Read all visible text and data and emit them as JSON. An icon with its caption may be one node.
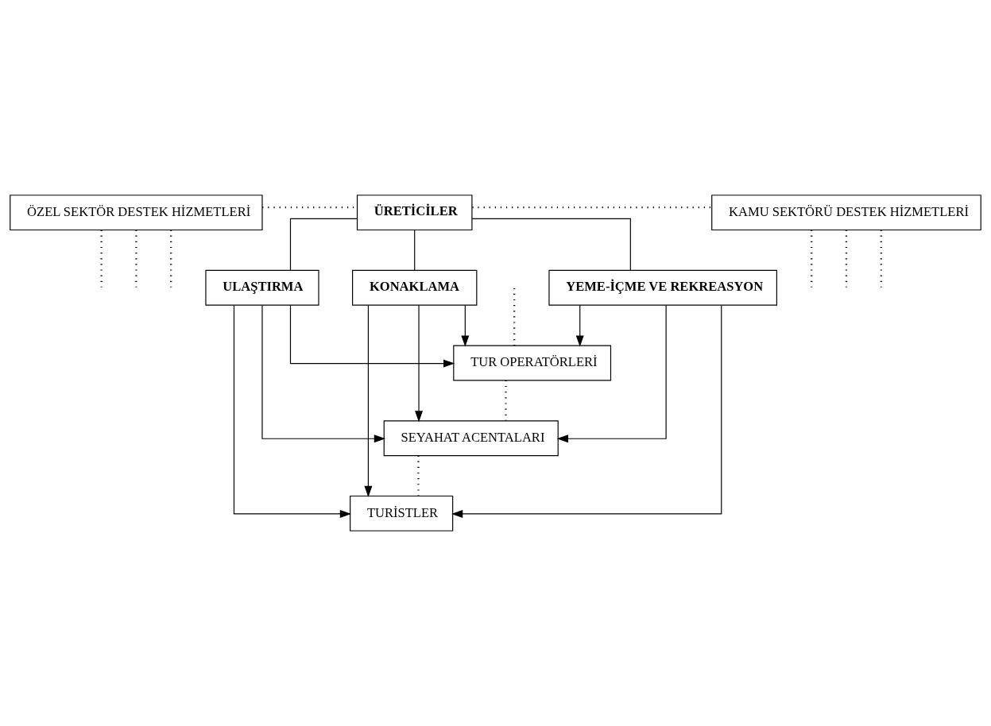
{
  "diagram": {
    "nodes": [
      {
        "text": [
          "ÖZEL SEKTÖR DESTEK HİZMETLERİ"
        ]
      },
      {
        "text": [
          "ÜRETİCİLER"
        ]
      },
      {
        "text": [
          "KAMU SEKTÖRÜ DESTEK HİZMETLERİ"
        ]
      },
      {
        "text": [
          "ULAŞTIRMA"
        ]
      },
      {
        "text": [
          "KONAKLAMA"
        ]
      },
      {
        "text": [
          "YEME-İÇME VE REKREASYON"
        ]
      },
      {
        "text": [
          "TUR OPERATÖRLERİ"
        ]
      },
      {
        "text": [
          "SEYAHAT ACENTALARI"
        ]
      },
      {
        "text": [
          "TURİSTLER"
        ]
      }
    ],
    "edges": [
      {
        "from": 0,
        "to": 1,
        "arrow": "none",
        "style": "dashed"
      },
      {
        "from": 1,
        "to": 2,
        "arrow": "none",
        "style": "dashed"
      },
      {
        "from": 1,
        "to": 3,
        "arrow": "none"
      },
      {
        "from": 1,
        "to": 4,
        "arrow": "none"
      },
      {
        "from": 1,
        "to": 5,
        "arrow": "none"
      },
      {
        "from": 3,
        "to": 6,
        "arrow": "to"
      },
      {
        "from": 3,
        "to": 7,
        "arrow": "to"
      },
      {
        "from": 3,
        "to": 8,
        "arrow": "to"
      },
      {
        "from": 4,
        "to": 6,
        "arrow": "to"
      },
      {
        "from": 4,
        "to": 7,
        "arrow": "to"
      },
      {
        "from": 4,
        "to": 8,
        "arrow": "to"
      },
      {
        "from": 5,
        "to": 6,
        "arrow": "to"
      },
      {
        "from": 5,
        "to": 7,
        "arrow": "to"
      },
      {
        "from": 5,
        "to": 8,
        "arrow": "to"
      },
      {
        "from": null,
        "to": 6,
        "arrow": "none",
        "style": "dashed"
      },
      {
        "from": 6,
        "to": 7,
        "arrow": "none",
        "style": "dashed"
      },
      {
        "from": 7,
        "to": 8,
        "arrow": "none",
        "style": "dashed"
      },
      {
        "from": 0,
        "to": null,
        "arrow": "none",
        "style": "dashed"
      },
      {
        "from": 0,
        "to": null,
        "arrow": "none",
        "style": "dashed"
      },
      {
        "from": 0,
        "to": null,
        "arrow": "none",
        "style": "dashed"
      },
      {
        "from": 2,
        "to": null,
        "arrow": "none",
        "style": "dashed"
      },
      {
        "from": 2,
        "to": null,
        "arrow": "none",
        "style": "dashed"
      },
      {
        "from": 2,
        "to": null,
        "arrow": "none",
        "style": "dashed"
      }
    ]
  }
}
